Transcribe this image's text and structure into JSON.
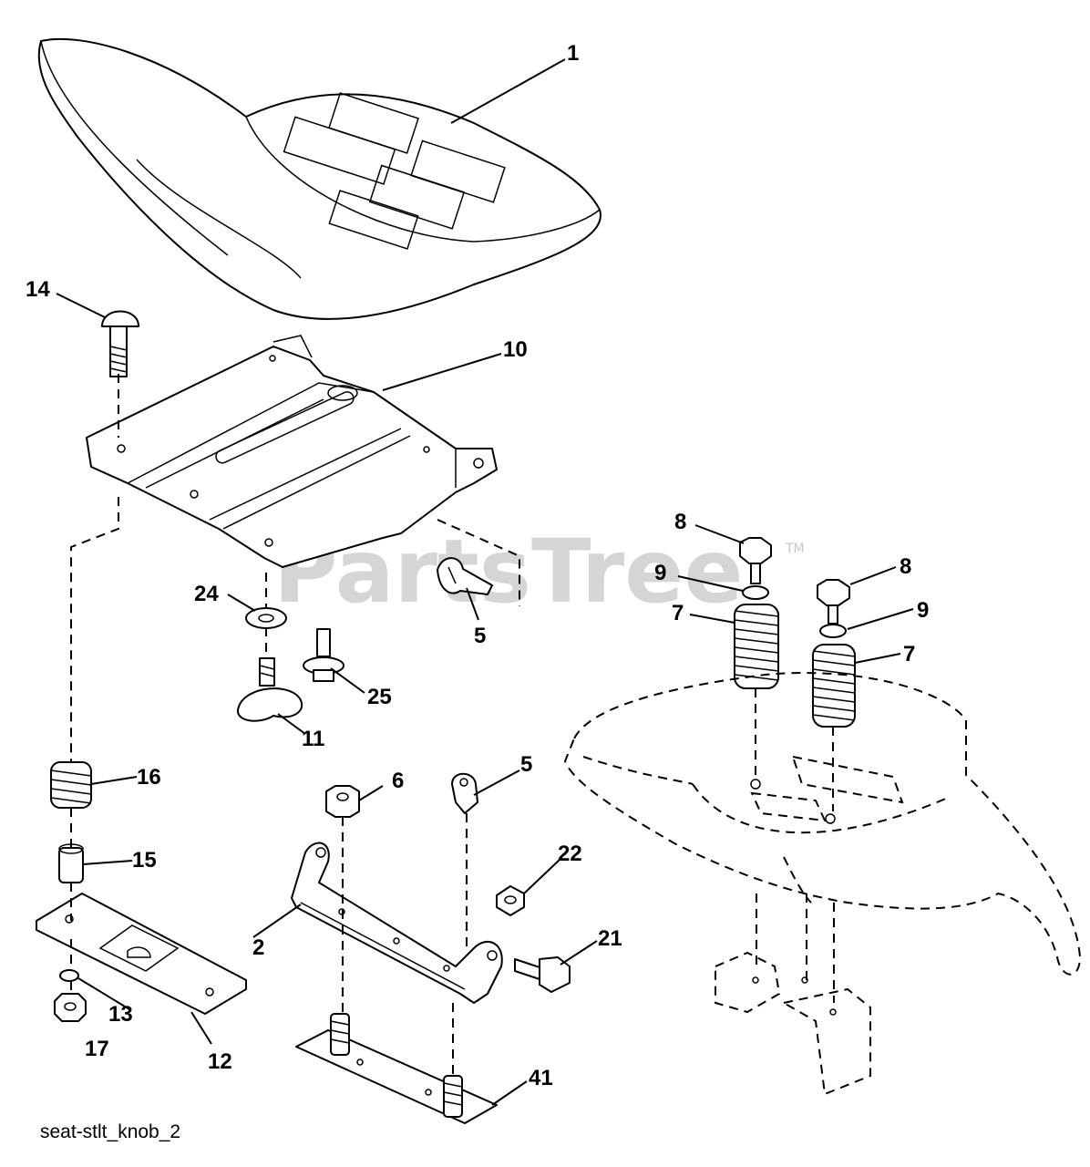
{
  "watermark": {
    "text": "PartsTree",
    "trademark": "TM"
  },
  "caption": "seat-stlt_knob_2",
  "callouts": {
    "c1": "1",
    "c14": "14",
    "c10": "10",
    "c24": "24",
    "c5a": "5",
    "c25": "25",
    "c11": "11",
    "c8a": "8",
    "c9a": "9",
    "c7a": "7",
    "c8b": "8",
    "c9b": "9",
    "c7b": "7",
    "c16": "16",
    "c6": "6",
    "c5b": "5",
    "c15": "15",
    "c22": "22",
    "c2": "2",
    "c21": "21",
    "c13": "13",
    "c17": "17",
    "c12": "12",
    "c41": "41"
  },
  "colors": {
    "line": "#000000",
    "background": "#ffffff",
    "watermark": "#c8c8c8"
  }
}
